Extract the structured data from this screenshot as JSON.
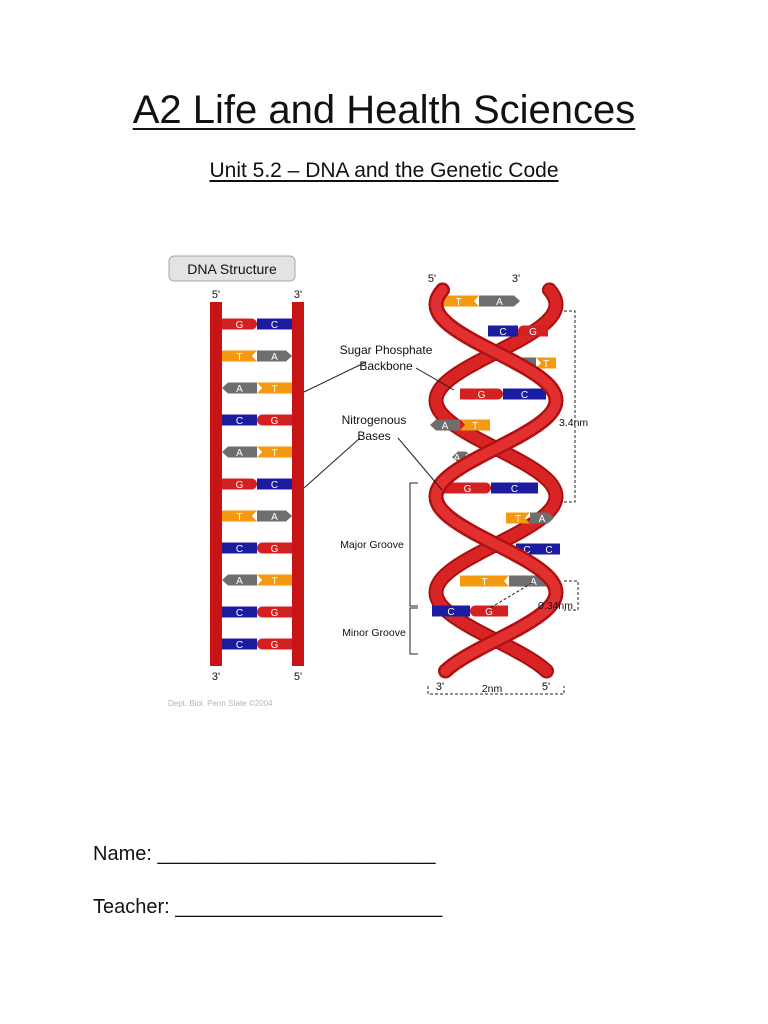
{
  "title": "A2 Life and Health Sciences",
  "subtitle": "Unit 5.2 – DNA and the Genetic Code",
  "figure": {
    "badge": "DNA Structure",
    "ladder_top_left": "5'",
    "ladder_top_right": "3'",
    "ladder_bottom_left": "3'",
    "ladder_bottom_right": "5'",
    "ladder_pairs": [
      [
        "G",
        "C"
      ],
      [
        "T",
        "A"
      ],
      [
        "A",
        "T"
      ],
      [
        "C",
        "G"
      ],
      [
        "A",
        "T"
      ],
      [
        "G",
        "C"
      ],
      [
        "T",
        "A"
      ],
      [
        "C",
        "G"
      ],
      [
        "A",
        "T"
      ],
      [
        "C",
        "G"
      ],
      [
        "C",
        "G"
      ]
    ],
    "helix_top_left": "5'",
    "helix_top_right": "3'",
    "helix_bottom_left": "3'",
    "helix_bottom_right": "5'",
    "label_backbone_1": "Sugar Phosphate",
    "label_backbone_2": "Backbone",
    "label_bases_1": "Nitrogenous",
    "label_bases_2": "Bases",
    "label_major_groove": "Major Groove",
    "label_minor_groove": "Minor Groove",
    "dim_pitch": "3.4nm",
    "dim_rise": "0.34nm",
    "dim_width": "2nm",
    "credit": "Dept. Biol. Penn State ©2004",
    "colors": {
      "backbone": "#c81414",
      "G": "#d42020",
      "C": "#1c1ca0",
      "T": "#f59a10",
      "A": "#6e6e6e"
    }
  },
  "name_label": "Name:",
  "name_blank": "_________________________",
  "teacher_label": "Teacher:",
  "teacher_blank": "________________________"
}
